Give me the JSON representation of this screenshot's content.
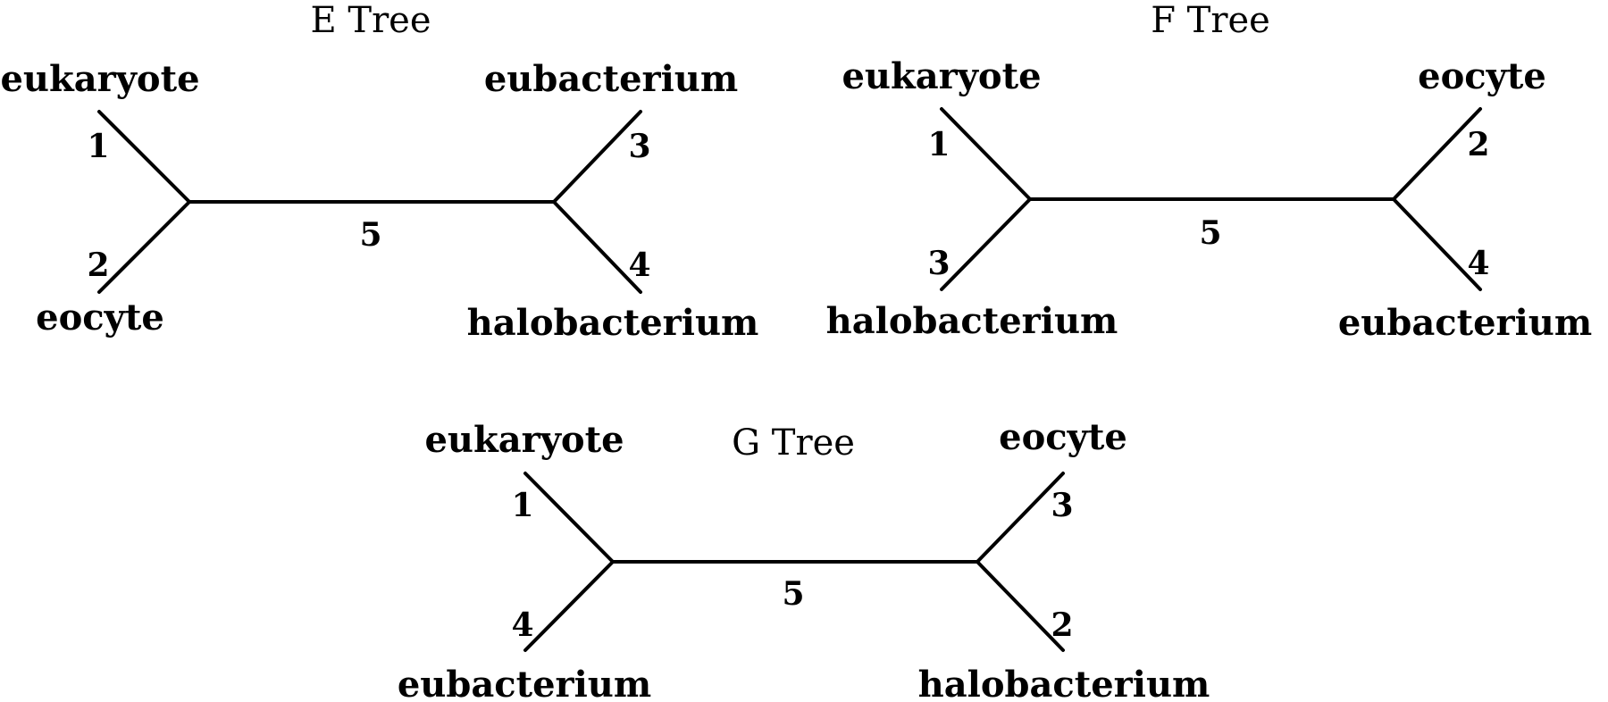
{
  "trees": [
    {
      "id": "E",
      "title": "E Tree",
      "leaves": {
        "upper_left": "eukaryote",
        "lower_left": "eocyte",
        "upper_right": "eubacterium",
        "lower_right": "halobacterium"
      },
      "branches": {
        "upper_left": "1",
        "lower_left": "2",
        "upper_right": "3",
        "lower_right": "4",
        "internal": "5"
      }
    },
    {
      "id": "F",
      "title": "F Tree",
      "leaves": {
        "upper_left": "eukaryote",
        "lower_left": "halobacterium",
        "upper_right": "eocyte",
        "lower_right": "eubacterium"
      },
      "branches": {
        "upper_left": "1",
        "lower_left": "3",
        "upper_right": "2",
        "lower_right": "4",
        "internal": "5"
      }
    },
    {
      "id": "G",
      "title": "G Tree",
      "leaves": {
        "upper_left": "eukaryote",
        "lower_left": "eubacterium",
        "upper_right": "eocyte",
        "lower_right": "halobacterium"
      },
      "branches": {
        "upper_left": "1",
        "lower_left": "4",
        "upper_right": "3",
        "lower_right": "2",
        "internal": "5"
      }
    }
  ]
}
